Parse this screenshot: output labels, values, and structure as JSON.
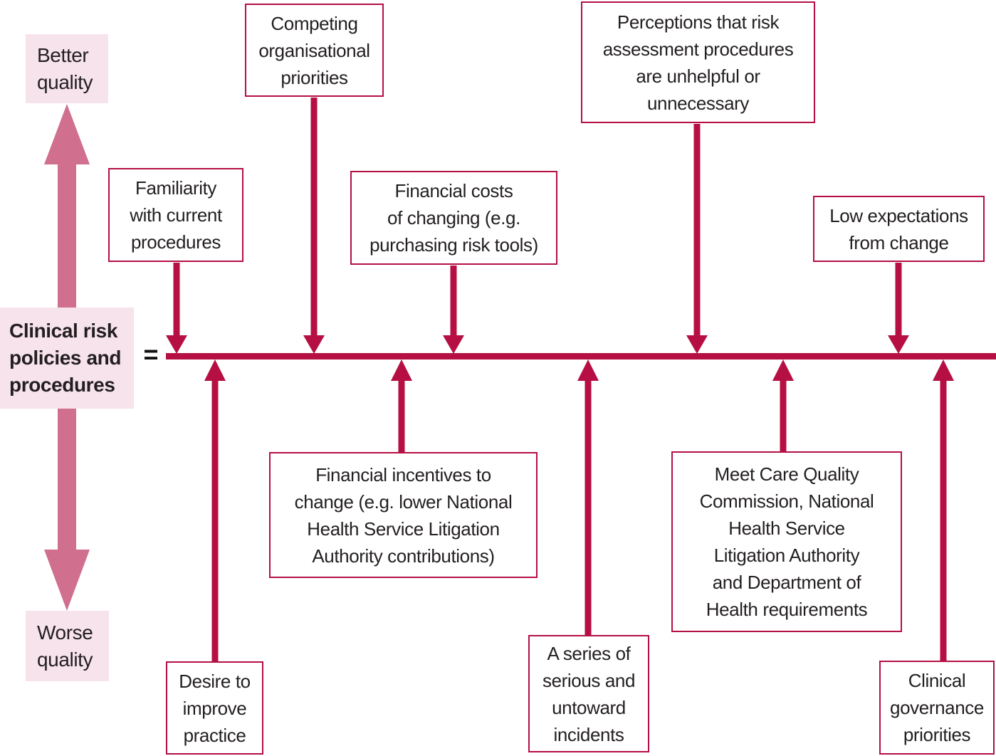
{
  "diagram": {
    "equals_sign": "=",
    "axis": {
      "better_label": [
        "Better",
        "quality"
      ],
      "worse_label": [
        "Worse",
        "quality"
      ],
      "subject_label": [
        "Clinical risk",
        "policies and",
        "procedures"
      ]
    },
    "restraining_forces_top": [
      {
        "label": [
          "Competing",
          "organisational",
          "priorities"
        ]
      },
      {
        "label": [
          "Familiarity",
          "with current",
          "procedures"
        ]
      },
      {
        "label": [
          "Financial costs",
          "of changing (e.g.",
          "purchasing risk tools)"
        ]
      },
      {
        "label": [
          "Perceptions that risk",
          "assessment procedures",
          "are unhelpful or",
          "unnecessary"
        ]
      },
      {
        "label": [
          "Low expectations",
          "from change"
        ]
      }
    ],
    "driving_forces_bottom": [
      {
        "label": [
          "Desire to",
          "improve",
          "practice"
        ]
      },
      {
        "label": [
          "Financial incentives to",
          "change (e.g. lower National",
          "Health Service Litigation",
          "Authority contributions)"
        ]
      },
      {
        "label": [
          "A series of",
          "serious and",
          "untoward",
          "incidents"
        ]
      },
      {
        "label": [
          "Meet Care Quality",
          "Commission, National",
          "Health Service",
          "Litigation Authority",
          "and Department of",
          "Health requirements"
        ]
      },
      {
        "label": [
          "Clinical",
          "governance",
          "priorities"
        ]
      }
    ],
    "colors": {
      "crimson": "#b50f43",
      "pink_axis_arrow": "#d06f8e",
      "label_background": "#f7e3ec",
      "text": "#231f20",
      "background": "#ffffff"
    }
  }
}
